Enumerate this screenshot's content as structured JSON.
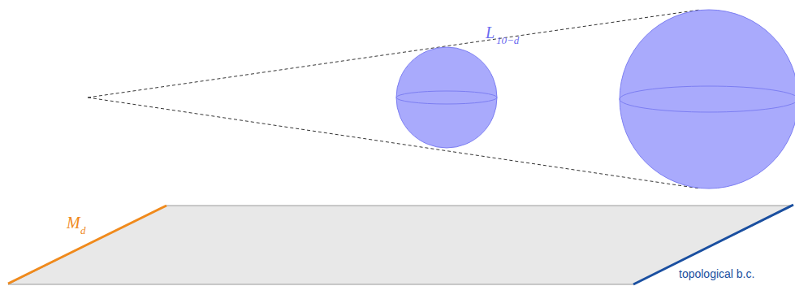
{
  "diagram": {
    "labels": [
      "M",
      "d",
      "L",
      "10−d",
      "topological b.c."
    ]
  }
}
